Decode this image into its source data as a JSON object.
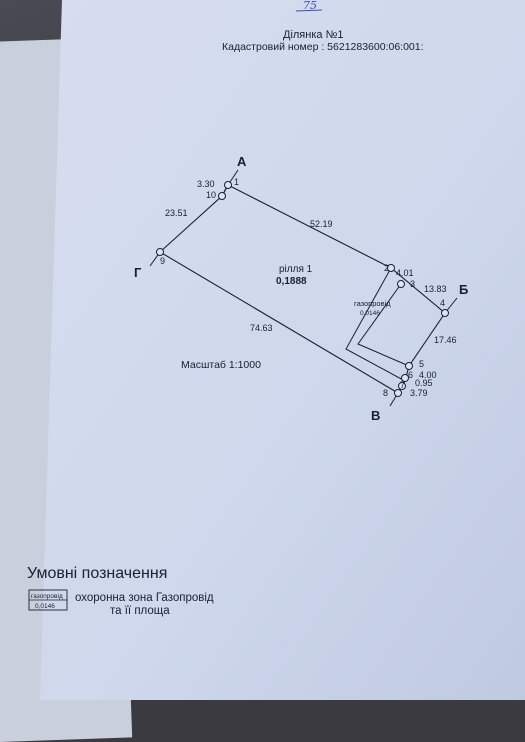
{
  "header": {
    "handwritten_number": "75",
    "plot_title": "Ділянка №1",
    "cadastral_number": "Кадастровий номер : 5621283600:06:001:"
  },
  "corners": {
    "A": "А",
    "B": "Б",
    "V": "В",
    "G": "Г"
  },
  "points": {
    "p1": "1",
    "p2": "2",
    "p3": "3",
    "p4": "4",
    "p5": "5",
    "p6": "6",
    "p7": "7",
    "p8": "8",
    "p9": "9",
    "p10": "10"
  },
  "dimensions": {
    "d_3_30": "3.30",
    "d_23_51": "23.51",
    "d_52_19": "52.19",
    "d_4_01": "4.01",
    "d_13_83": "13.83",
    "d_17_46": "17.46",
    "d_74_63": "74.63",
    "d_4_00": "4.00",
    "d_0_95": "0.95",
    "d_3_79": "3.79"
  },
  "parcel": {
    "name": "рілля 1",
    "area": "0,1888"
  },
  "gas_zone": {
    "name": "газопровід",
    "area": "0,0146"
  },
  "scale": {
    "label": "Масштаб  1:1000"
  },
  "legend": {
    "title": "Умовні позначення",
    "sample_name": "газопровід",
    "sample_area": "0,0146",
    "description_line1": "охоронна зона Газопровід",
    "description_line2": "та її площа"
  },
  "colors": {
    "paper": "#cfd8ec",
    "ink": "#1a1f33",
    "handwritten": "#3b50b8"
  }
}
